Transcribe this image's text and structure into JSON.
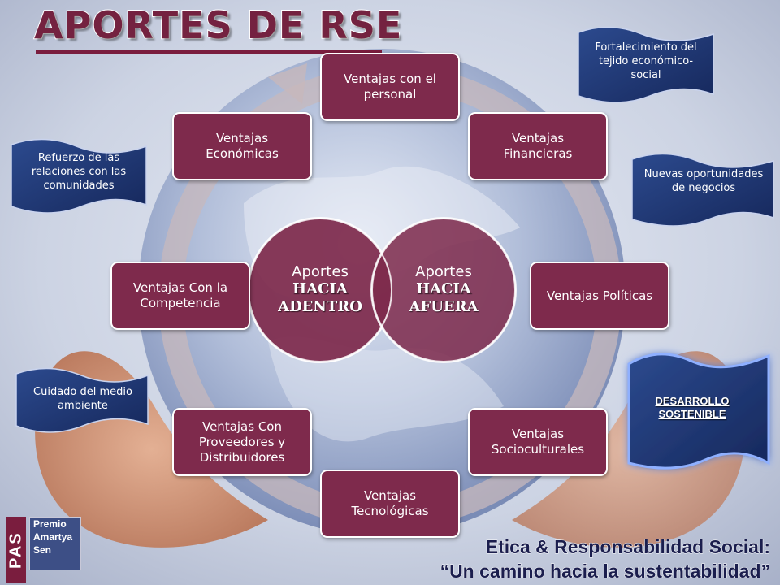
{
  "title": "APORTES DE RSE",
  "center": {
    "left": {
      "line1": "Aportes",
      "line2": "HACIA",
      "line3": "ADENTRO"
    },
    "right": {
      "line1": "Aportes",
      "line2": "HACIA",
      "line3": "AFUERA"
    }
  },
  "boxes": {
    "personal": "Ventajas con el personal",
    "financieras": "Ventajas Financieras",
    "politicas": "Ventajas Políticas",
    "socioculturales": "Ventajas Socioculturales",
    "tecnologicas": "Ventajas Tecnológicas",
    "proveedores": "Ventajas Con Proveedores y Distribuidores",
    "competencia": "Ventajas Con la Competencia",
    "economicas": "Ventajas Económicas"
  },
  "flags": {
    "fortalecimiento": "Fortalecimiento del tejido económico- social",
    "nuevas": "Nuevas oportunidades de negocios",
    "refuerzo": "Refuerzo de las relaciones con las comunidades",
    "cuidado": "Cuidado del medio ambiente",
    "desarrollo": "DESARROLLO SOSTENIBLE"
  },
  "footer": {
    "line1": "Etica & Responsabilidad Social:",
    "line2": "“Un camino hacia la sustentabilidad”"
  },
  "logo": {
    "pas": "PAS",
    "line1": "Premio",
    "line2": "Amartya",
    "line3": "Sen"
  },
  "colors": {
    "box": "#7e2a4c",
    "title": "#742240",
    "flag": "#1e3370",
    "footer": "#1b1e4e"
  }
}
